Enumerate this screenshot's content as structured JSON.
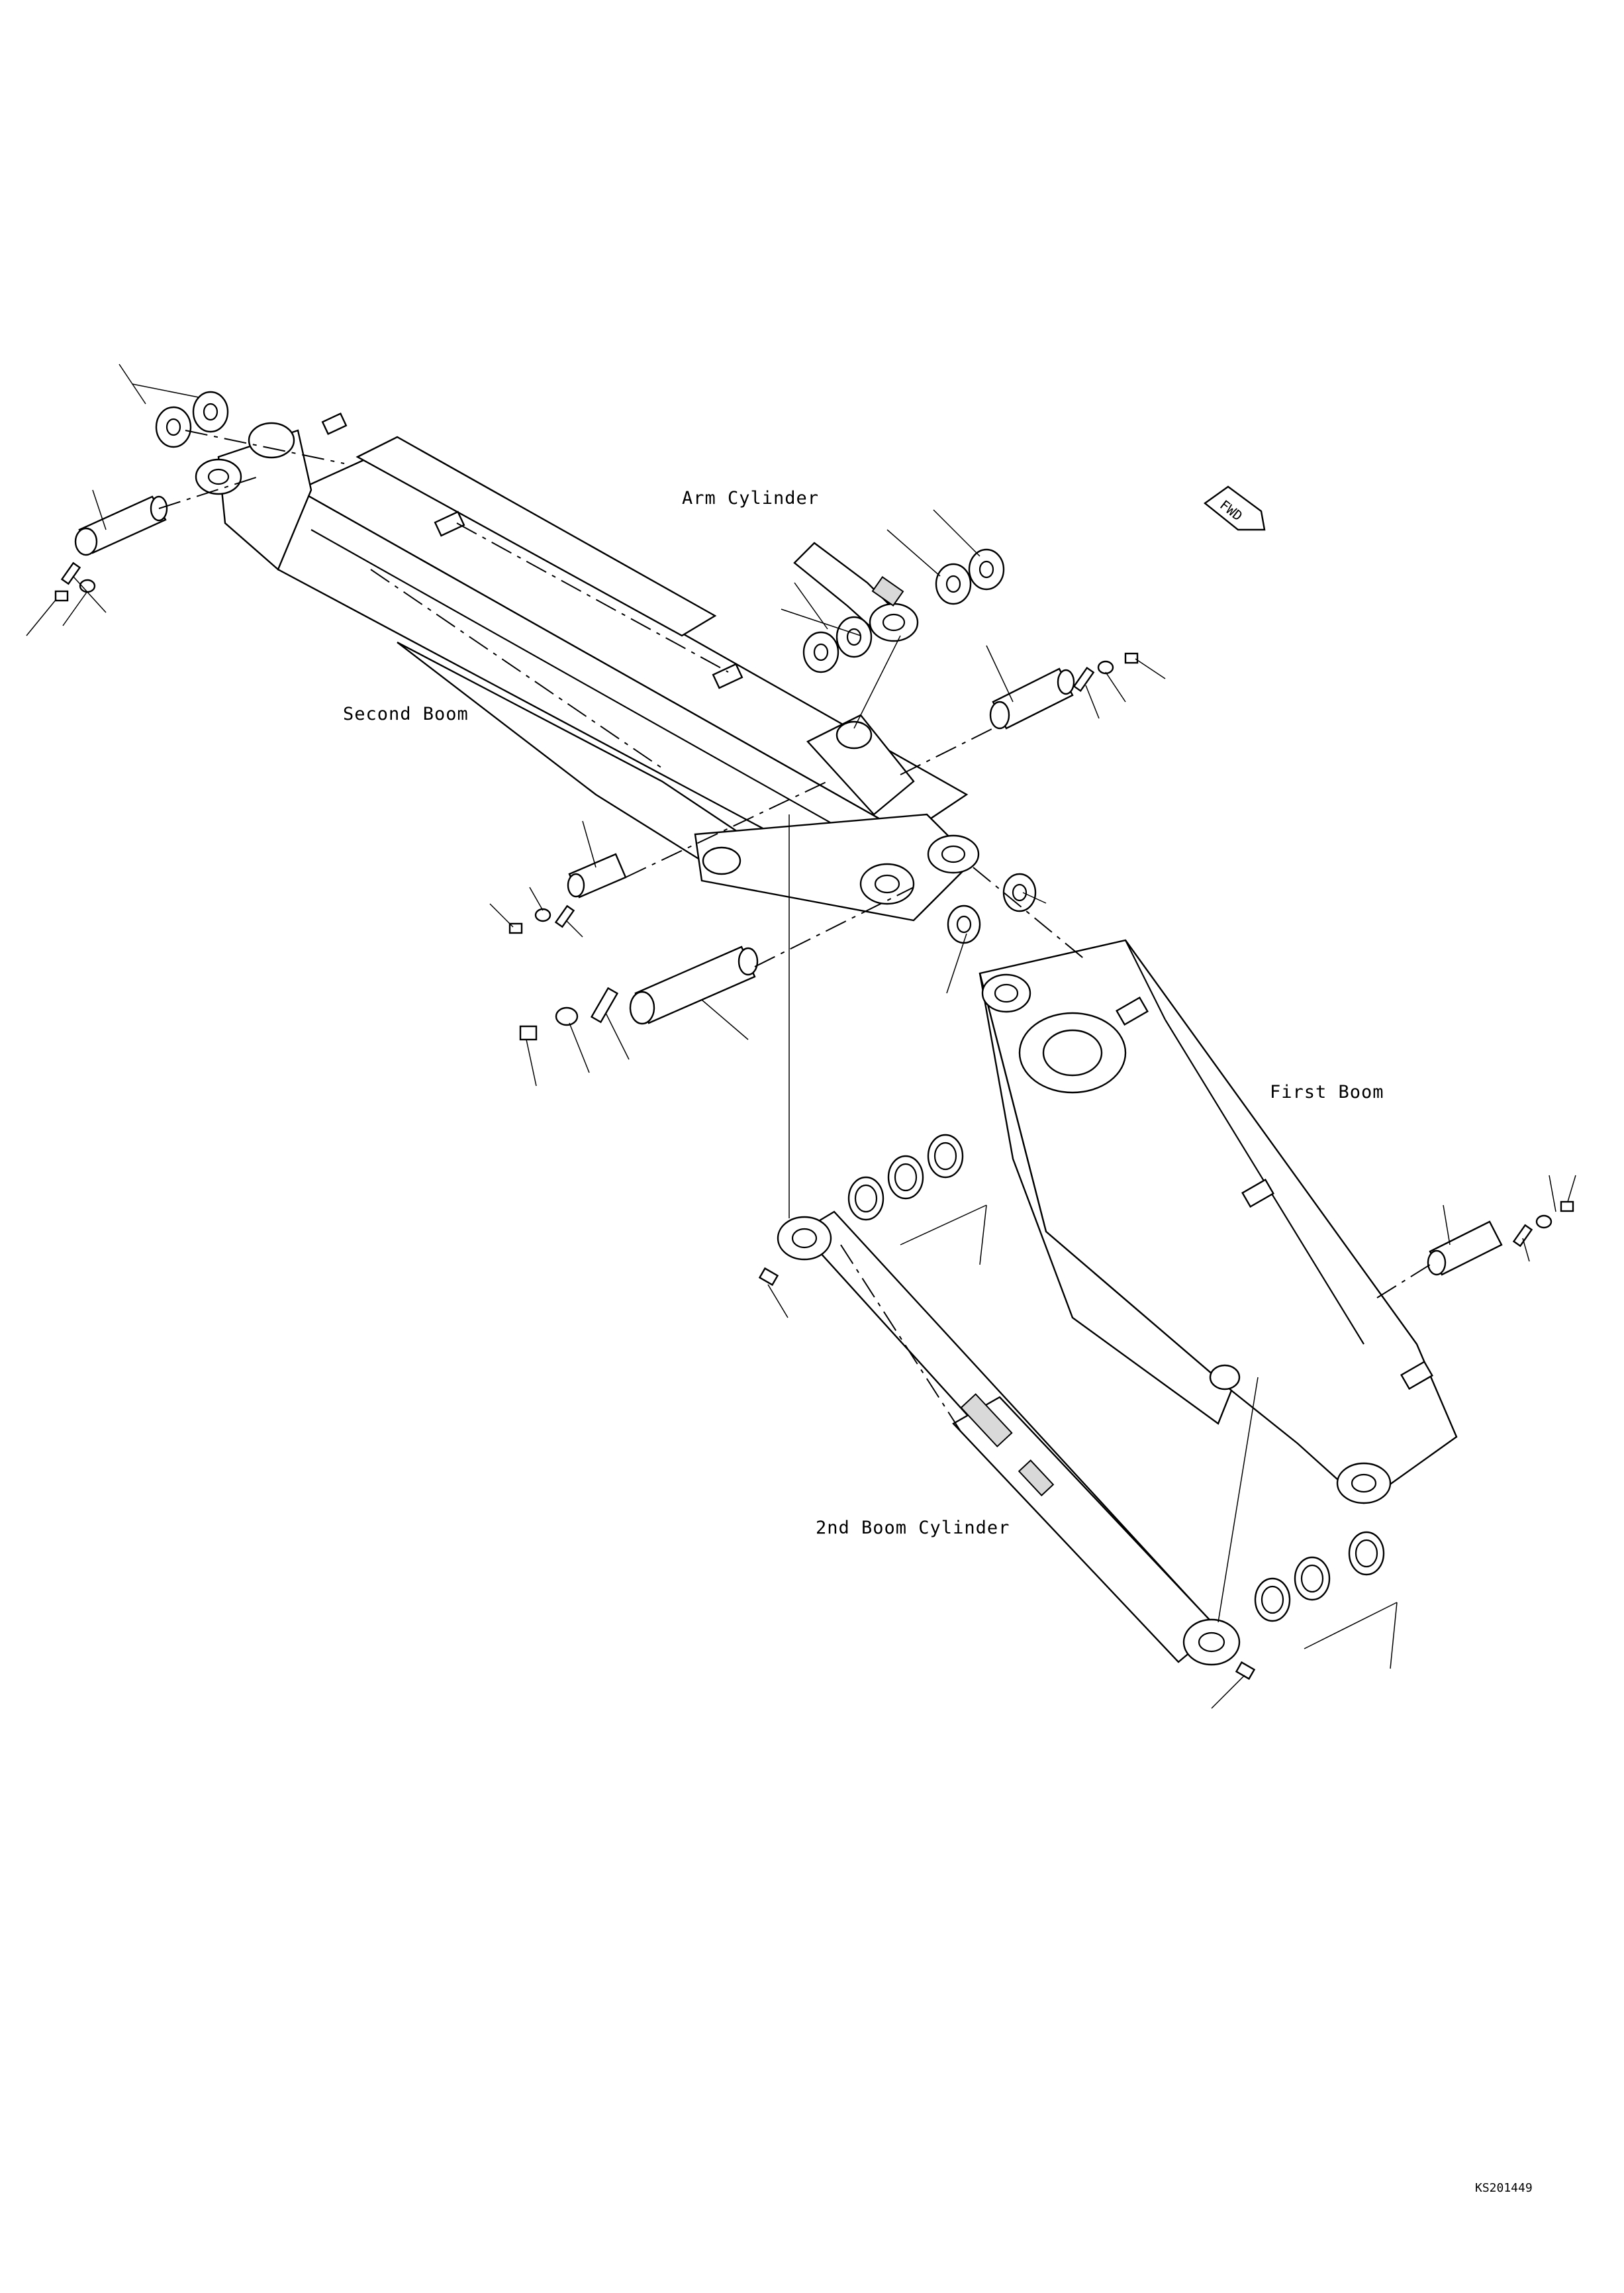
{
  "diagram": {
    "labels": {
      "arm_cylinder": "Arm Cylinder",
      "second_boom": "Second Boom",
      "first_boom": "First Boom",
      "second_boom_cylinder": "2nd Boom Cylinder",
      "fwd_marker": "FWD"
    },
    "drawing_code": "KS201449"
  }
}
